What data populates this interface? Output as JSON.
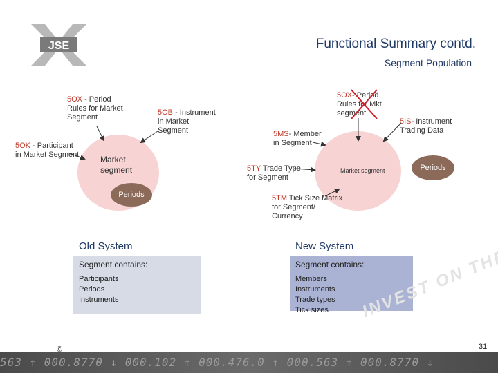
{
  "header": {
    "logo_text": "JSE",
    "title": "Functional Summary contd.",
    "subtitle": "Segment Population"
  },
  "old": {
    "ox_code": "5OX",
    "ox_text_1": " - Period",
    "ox_text_2": "Rules for Market",
    "ox_text_3": "Segment",
    "ob_code": "5OB",
    "ob_text_1": " - Instrument",
    "ob_text_2": "in Market",
    "ob_text_3": "Segment",
    "ok_code": "5OK",
    "ok_text_1": " - Participant",
    "ok_text_2": "in Market Segment",
    "center_1": "Market",
    "center_2": "segment",
    "periods": "Periods"
  },
  "new": {
    "ox_code": "5OX",
    "ox_text_1": "- Period",
    "ox_text_2": "Rules for  Mkt",
    "ox_text_3": "segment",
    "is_code": "5IS",
    "is_text_1": "- Instrument",
    "is_text_2": "Trading Data",
    "ms_code": "5MS",
    "ms_text_1": "- Member",
    "ms_text_2": "in Segment",
    "ty_code": "5TY",
    "ty_text_1": " Trade Type",
    "ty_text_2": "for Segment",
    "center": "Market segment",
    "periods": "Periods",
    "tm_code": "5TM",
    "tm_text_1": " Tick Size Matrix",
    "tm_text_2": "for Segment/",
    "tm_text_3": "Currency"
  },
  "old_system": {
    "heading": "Old System",
    "contains": "Segment contains:",
    "items": [
      "Participants",
      "Periods",
      "Instruments"
    ]
  },
  "new_system": {
    "heading": "New System",
    "contains": "Segment contains:",
    "items": [
      "Members",
      "Instruments",
      "Trade types",
      "Tick sizes"
    ]
  },
  "footer": {
    "copyright": "©",
    "page_number": "31",
    "ticker": "563 ↑ 000.8770 ↓ 000.102 ↑ 000.476.0 ↑ 000.563 ↑ 000.8770 ↓",
    "watermark": "INVEST ON THE"
  },
  "colors": {
    "circle": "#f7d3d3",
    "periods": "#8b6a5a",
    "old_panel": "#d6dbe6",
    "new_panel": "#aab3d4",
    "code": "#c0392b",
    "cross": "#d0202a"
  }
}
